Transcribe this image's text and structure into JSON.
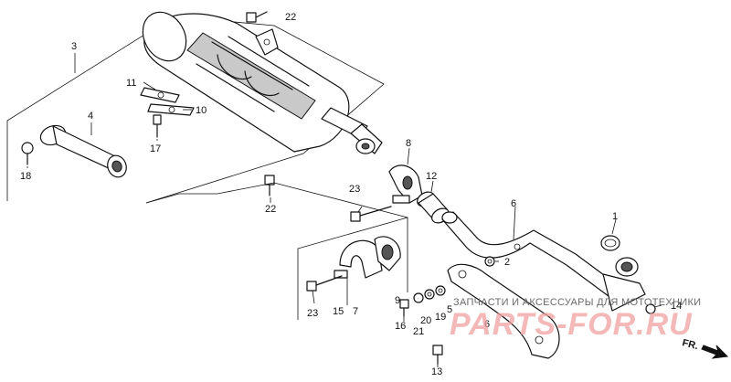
{
  "callouts": {
    "c1": "1",
    "c2": "2",
    "c3": "3",
    "c4": "4",
    "c5": "5",
    "c6a": "6",
    "c6b": "6",
    "c7": "7",
    "c8": "8",
    "c9": "9",
    "c10": "10",
    "c11": "11",
    "c12": "12",
    "c13": "13",
    "c14": "14",
    "c15": "15",
    "c16": "16",
    "c17": "17",
    "c18": "18",
    "c19": "19",
    "c20": "20",
    "c21": "21",
    "c22a": "22",
    "c22b": "22",
    "c23a": "23",
    "c23b": "23"
  },
  "watermark": {
    "caption": "ЗАПЧАСТИ И АКСЕССУАРЫ ДЛЯ МОТОТЕХНИКИ",
    "brand": "PARTS-FOR.RU"
  },
  "direction": {
    "label": "FR."
  },
  "colors": {
    "line": "#111111",
    "watermark": "#f0a0a0"
  }
}
